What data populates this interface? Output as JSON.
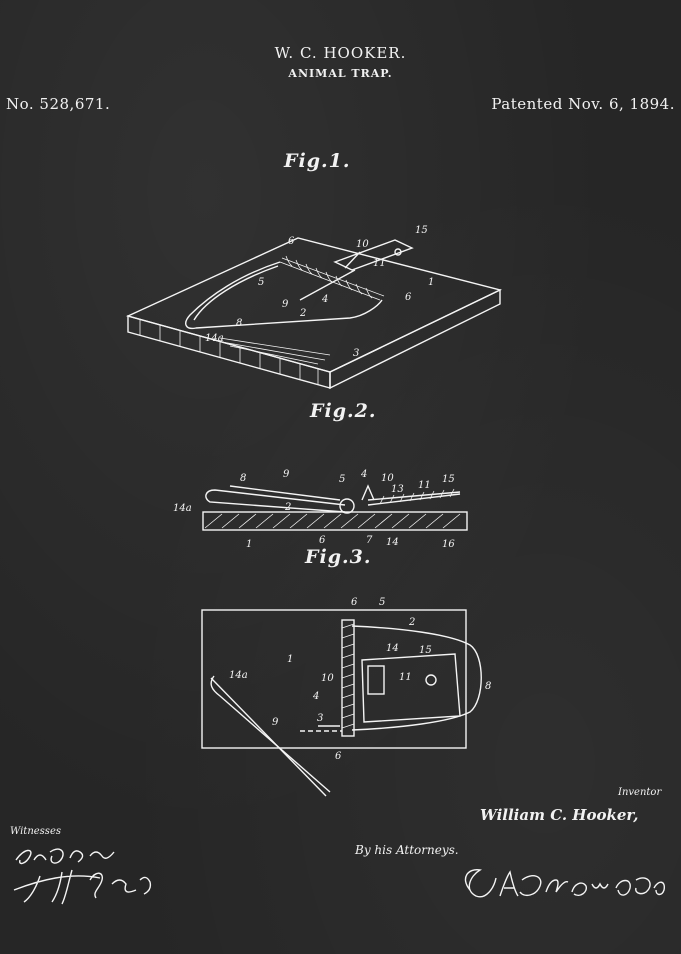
{
  "header": {
    "inventor": "W. C. HOOKER.",
    "title": "ANIMAL TRAP.",
    "patent_number": "No. 528,671.",
    "patent_date": "Patented Nov. 6, 1894."
  },
  "figures": {
    "fig1": "Fig.1.",
    "fig2": "Fig.2.",
    "fig3": "Fig.3."
  },
  "reference_numerals": {
    "fig1": [
      "6",
      "10",
      "15",
      "11",
      "1",
      "5",
      "9",
      "4",
      "6",
      "8",
      "2",
      "14a",
      "3"
    ],
    "fig2": [
      "8",
      "9",
      "5",
      "4",
      "10",
      "13",
      "11",
      "15",
      "14a",
      "2",
      "1",
      "6",
      "7",
      "14",
      "16"
    ],
    "fig3": [
      "6",
      "5",
      "2",
      "14",
      "15",
      "1",
      "14a",
      "10",
      "11",
      "8",
      "4",
      "3",
      "9",
      "6"
    ]
  },
  "footer": {
    "witnesses_label": "Witnesses",
    "witness_1": "B. S. Ober",
    "witness_2": "H. H. Riley",
    "inventor_label": "Inventor",
    "inventor_signature": "William C. Hooker,",
    "by_attorneys": "By his Attorneys.",
    "attorneys_signature": "C.A. Snow & Co."
  }
}
